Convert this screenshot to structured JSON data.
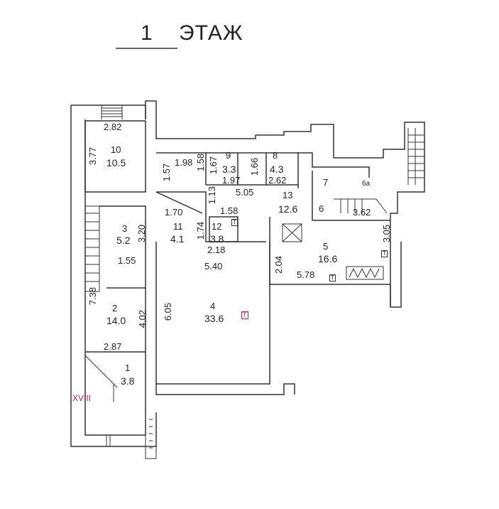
{
  "title": {
    "number": "1",
    "word": "ЭТАЖ"
  },
  "rooms": [
    {
      "num": "1",
      "area": "3.8"
    },
    {
      "num": "2",
      "area": "14.0"
    },
    {
      "num": "3",
      "area": "5.2"
    },
    {
      "num": "4",
      "area": "33.6"
    },
    {
      "num": "5",
      "area": "16.6"
    },
    {
      "num": "6",
      "area": ""
    },
    {
      "num": "6а",
      "area": ""
    },
    {
      "num": "7",
      "area": ""
    },
    {
      "num": "8",
      "area": "4.3"
    },
    {
      "num": "9",
      "area": "3.3"
    },
    {
      "num": "10",
      "area": "10.5"
    },
    {
      "num": "11",
      "area": "4.1"
    },
    {
      "num": "12",
      "area": "3.8"
    },
    {
      "num": "13",
      "area": "12.6"
    }
  ],
  "dimensions": {
    "d_2_82": "2.82",
    "d_3_77": "3.77",
    "d_1_98": "1.98",
    "d_1_57": "1.57",
    "d_1_58": "1.58",
    "d_1_67": "1.67",
    "d_1_97": "1.97",
    "d_1_66": "1.66",
    "d_2_62": "2.62",
    "d_1_13": "1.13",
    "d_5_05": "5.05",
    "d_1_70": "1.70",
    "d_1_58b": "1.58",
    "d_1_74": "1.74",
    "d_2_18": "2.18",
    "d_3_20": "3.20",
    "d_1_55": "1.55",
    "d_5_40": "5.40",
    "d_7_38": "7.38",
    "d_4_02": "4.02",
    "d_6_05": "6.05",
    "d_2_87": "2.87",
    "d_3_62": "3.62",
    "d_3_05": "3.05",
    "d_2_04": "2.04",
    "d_5_78": "5.78"
  },
  "marks": {
    "roman": "XVIII",
    "t": "T"
  }
}
